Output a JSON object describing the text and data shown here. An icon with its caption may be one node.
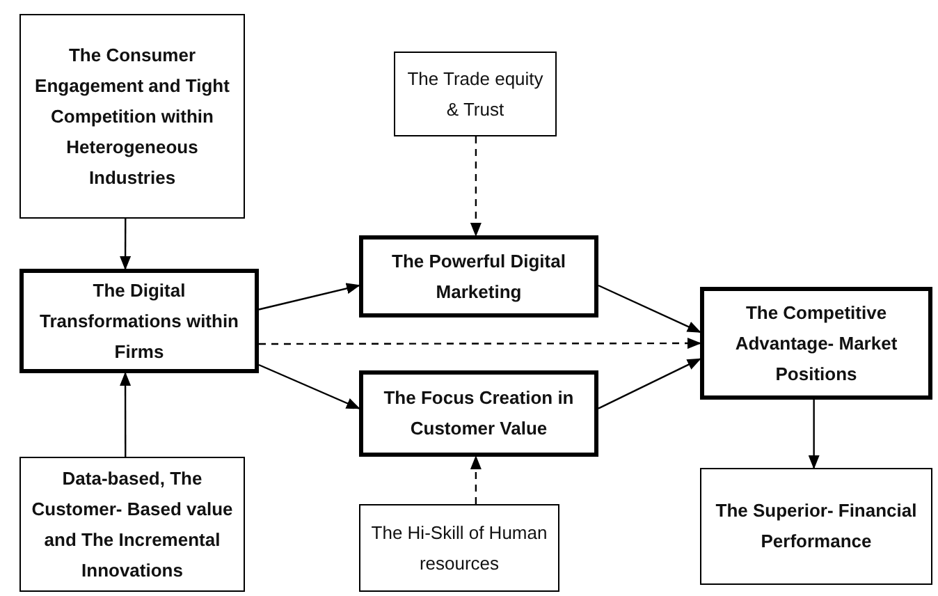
{
  "diagram": {
    "nodes": [
      {
        "text": [
          "The Consumer Engagement and Tight Competition within Heterogeneous Industries"
        ]
      },
      {
        "text": [
          "The Trade equity & Trust"
        ]
      },
      {
        "text": [
          "The Digital Transformations within Firms"
        ]
      },
      {
        "text": [
          "The Powerful Digital Marketing"
        ]
      },
      {
        "text": [
          "The Competitive Advantage- Market Positions"
        ]
      },
      {
        "text": [
          "The Focus Creation in Customer Value"
        ]
      },
      {
        "text": [
          "Data-based, The Customer- Based value and The Incremental Innovations"
        ]
      },
      {
        "text": [
          "The Hi-Skill of Human resources"
        ]
      },
      {
        "text": [
          "The Superior- Financial Performance"
        ]
      }
    ],
    "edges": [
      {
        "from": 0,
        "to": 2,
        "arrow": "to"
      },
      {
        "from": 6,
        "to": 2,
        "arrow": "to"
      },
      {
        "from": 1,
        "to": 3,
        "arrow": "to",
        "style": "dashed"
      },
      {
        "from": 2,
        "to": 3,
        "arrow": "to"
      },
      {
        "from": 2,
        "to": 5,
        "arrow": "to"
      },
      {
        "from": 2,
        "to": 4,
        "arrow": "to",
        "style": "dashed"
      },
      {
        "from": 3,
        "to": 4,
        "arrow": "to"
      },
      {
        "from": 5,
        "to": 4,
        "arrow": "to"
      },
      {
        "from": 7,
        "to": 5,
        "arrow": "to",
        "style": "dashed"
      },
      {
        "from": 4,
        "to": 8,
        "arrow": "to"
      }
    ]
  }
}
